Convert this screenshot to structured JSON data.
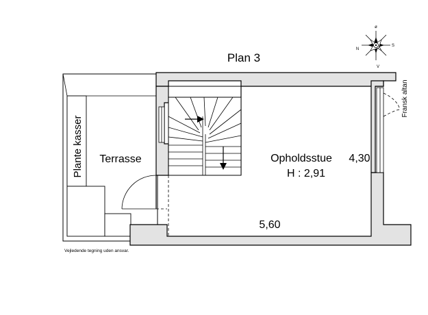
{
  "plan_title": "Plan 3",
  "rooms": {
    "terrace": "Terrasse",
    "planters": "Plante kasser",
    "living_room": "Opholdsstue",
    "ceiling_height": "H : 2,91"
  },
  "dimensions": {
    "width": "5,60",
    "depth": "4,30"
  },
  "balcony_label": "Fransk altan",
  "compass": {
    "n": "N",
    "s": "S",
    "e": "ø",
    "w": "V"
  },
  "disclaimer": "Vejledende tegning uden ansvar."
}
